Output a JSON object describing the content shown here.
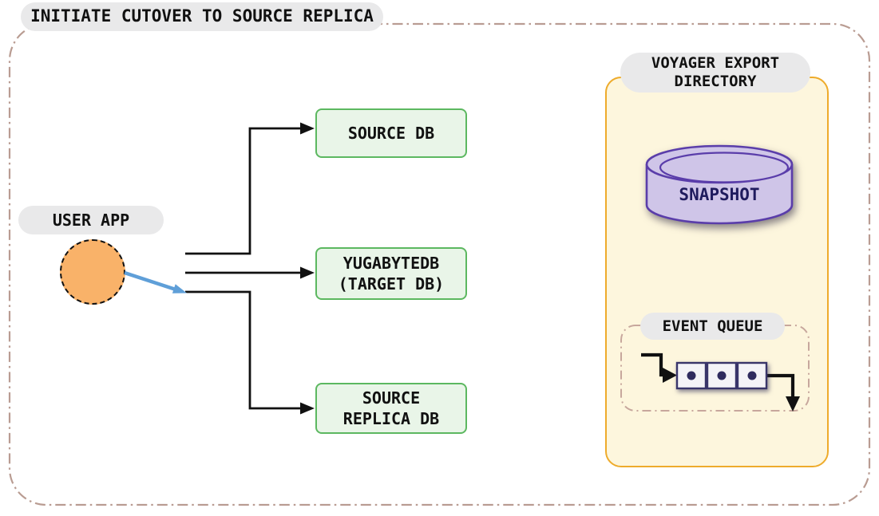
{
  "title": "INITIATE CUTOVER TO SOURCE REPLICA",
  "user_app": {
    "label": "USER APP"
  },
  "nodes": {
    "source_db": {
      "label": "SOURCE DB"
    },
    "target_db": {
      "label_line1": "YUGABYTEDB",
      "label_line2": "(TARGET DB)"
    },
    "source_replica_db": {
      "label_line1": "SOURCE",
      "label_line2": "REPLICA DB"
    }
  },
  "voyager": {
    "label_line1": "VOYAGER EXPORT",
    "label_line2": "DIRECTORY",
    "snapshot": {
      "label": "SNAPSHOT"
    },
    "event_queue": {
      "label": "EVENT QUEUE",
      "cell_count": 3
    }
  },
  "colors": {
    "background": "#ffffff",
    "pill_bg": "#e9e9ea",
    "green_border": "#5cb860",
    "green_fill": "#e9f5e8",
    "orange_fill": "#f9b269",
    "blue_arrow": "#5f9fd8",
    "panel_border": "#eeab2b",
    "panel_fill": "#fdf6dd",
    "cylinder_fill": "#cfc5e8",
    "cylinder_stroke": "#5a3daa",
    "snapshot_text": "#1f1b5e",
    "queue_cell_fill": "#f4f3f7",
    "queue_cell_stroke": "#39356a",
    "queue_dot": "#2f2b5e",
    "outer_dash": "#b99c92",
    "event_queue_dash": "#c7a79d",
    "line_black": "#111111"
  }
}
